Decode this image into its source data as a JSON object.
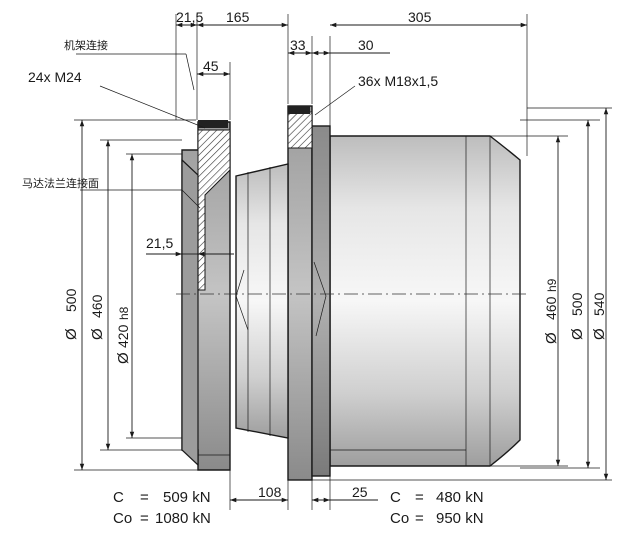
{
  "dimensions": {
    "top": {
      "d21_5": "21,5",
      "d165": "165",
      "d305": "305",
      "d45": "45",
      "d33": "33",
      "d30": "30"
    },
    "left_diameters": {
      "d500": "500",
      "d460": "460",
      "d420": "420",
      "d420_tol": "h8"
    },
    "right_diameters": {
      "d460": "460",
      "d460_tol": "h9",
      "d500": "500",
      "d540": "540"
    },
    "inner_21_5": "21,5",
    "bottom_108": "108",
    "bottom_25": "25",
    "diameter_symbol": "Ø"
  },
  "callouts": {
    "frame_connection": "机架连接",
    "bolts_left": "24x  M24",
    "motor_flange_face": "马达法兰连接面",
    "bolts_right": "36x M18x1,5"
  },
  "loads": {
    "left": {
      "c_label": "C",
      "c_eq": "=",
      "c_value": "509 kN",
      "co_label": "Co",
      "co_eq": "=",
      "co_value": "1080 kN"
    },
    "right": {
      "c_label": "C",
      "c_eq": "=",
      "c_value": "480 kN",
      "co_label": "Co",
      "co_eq": "=",
      "co_value": "950 kN"
    }
  }
}
